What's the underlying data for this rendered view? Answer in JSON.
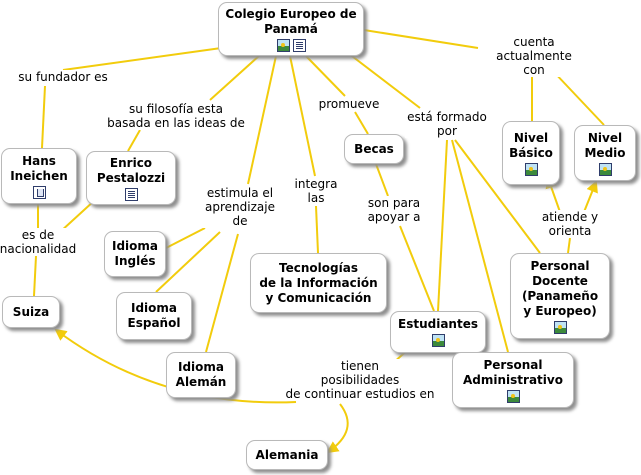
{
  "colors": {
    "line": "#f2cc0c",
    "node_border": "#b9b9b9",
    "shadow": "#8f8f8f"
  },
  "concepts": {
    "colegio": {
      "label": "Colegio Europeo de\nPanamá",
      "icons": [
        "image-icon",
        "document-icon"
      ]
    },
    "hans": {
      "label": "Hans\nIneichen",
      "icons": [
        "concept-map-icon"
      ]
    },
    "enrico": {
      "label": "Enrico\nPestalozzi",
      "icons": [
        "document-icon"
      ]
    },
    "suiza": {
      "label": "Suiza"
    },
    "ingles": {
      "label": "Idioma\nInglés"
    },
    "espanol": {
      "label": "Idioma\nEspañol"
    },
    "aleman": {
      "label": "Idioma\nAlemán"
    },
    "tecnologias": {
      "label": "Tecnologías\nde la Información\ny Comunicación"
    },
    "becas": {
      "label": "Becas"
    },
    "estudiantes": {
      "label": "Estudiantes",
      "icons": [
        "image-icon"
      ]
    },
    "basico": {
      "label": "Nivel\nBásico",
      "icons": [
        "image-icon"
      ]
    },
    "medio": {
      "label": "Nivel\nMedio",
      "icons": [
        "image-icon"
      ]
    },
    "docente": {
      "label": "Personal\nDocente\n(Panameño\ny Europeo)",
      "icons": [
        "image-icon"
      ]
    },
    "administrativo": {
      "label": "Personal\nAdministrativo",
      "icons": [
        "image-icon"
      ]
    },
    "alemania": {
      "label": "Alemania"
    }
  },
  "links": {
    "fundador": "su fundador es",
    "filosofia": "su filosofía esta\nbasada en las ideas de",
    "nacionalidad": "es de\nnacionalidad",
    "estimula": "estimula el\naprendizaje\nde",
    "integra": "integra\nlas",
    "promueve": "promueve",
    "son_para": "son para\napoyar a",
    "formado": "está formado\npor",
    "cuenta": "cuenta actualmente\ncon",
    "atiende": "atiende y\norienta",
    "tienen": "tienen\nposibilidades\nde continuar estudios en"
  }
}
